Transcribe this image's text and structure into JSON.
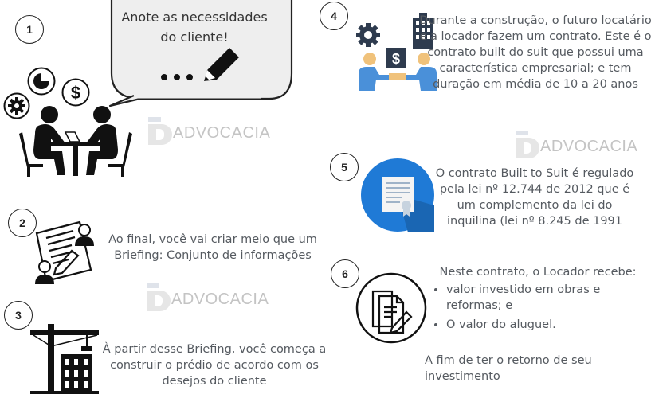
{
  "steps": [
    {
      "number": "1",
      "text": "Anote as necessidades do cliente!"
    },
    {
      "number": "2",
      "text": "Ao final, você vai criar meio que um Briefing: Conjunto de informações"
    },
    {
      "number": "3",
      "text": "À partir desse Briefing, você começa a construir o prédio de acordo com os desejos do cliente"
    },
    {
      "number": "4",
      "text": "Durante a construção, o futuro locatário e a locador fazem um contrato. Este é o contrato built do suit que possui uma característica empresarial; e tem duração em média de 10 a 20 anos"
    },
    {
      "number": "5",
      "text": "O contrato Built to Suit é regulado pela lei nº 12.744 de 2012 que é um complemento da lei do inquilina (lei nº 8.245 de 1991"
    },
    {
      "number": "6",
      "intro": "Neste contrato, o Locador recebe:",
      "bullets": [
        "valor investido em obras e reformas; e",
        "O valor do aluguel."
      ],
      "footer": "A fim de ter o retorno de seu investimento"
    }
  ],
  "watermark": "ADVOCACIA",
  "icons": [
    "gear-icon",
    "chart-icon",
    "dollar-icon",
    "meeting-icon",
    "pencil-icon",
    "briefing-icon",
    "crane-building-icon",
    "building-icon",
    "handshake-money-icon",
    "certificate-icon",
    "documents-icon"
  ]
}
